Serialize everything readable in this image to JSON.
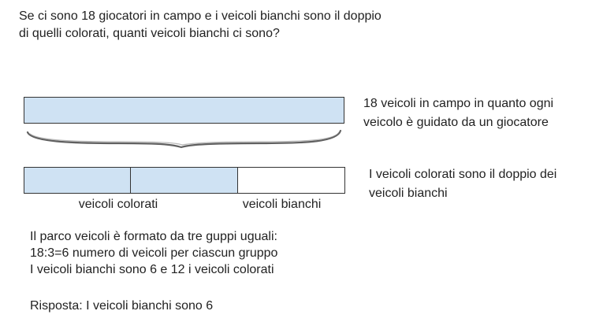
{
  "question": {
    "line1": "Se ci sono 18 giocatori in campo  e i veicoli bianchi sono il doppio",
    "line2": "di quelli colorati, quanti veicoli bianchi ci sono?"
  },
  "top_bar": {
    "fill_color": "#cfe2f3",
    "caption_line1": "18 veicoli in campo in quanto   ogni",
    "caption_line2": "veicolo è guidato da  un giocatore"
  },
  "bottom_bar": {
    "segments": [
      {
        "fill_color": "#cfe2f3"
      },
      {
        "fill_color": "#cfe2f3"
      },
      {
        "fill_color": "#ffffff"
      }
    ],
    "caption_line1": "I veicoli colorati sono il doppio dei",
    "caption_line2": "veicoli bianchi",
    "label_colored": "veicoli colorati",
    "label_white": "veicoli bianchi"
  },
  "explanation": {
    "line1": "Il parco  veicoli è formato da tre guppi uguali:",
    "line2": "18:3=6 numero di veicoli per ciascun gruppo",
    "line3": "I veicoli bianchi sono 6 e 12 i veicoli colorati"
  },
  "answer": "Risposta: I veicoli bianchi sono 6"
}
